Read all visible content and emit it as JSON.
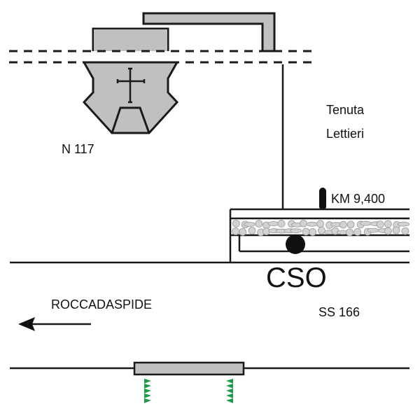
{
  "labels": {
    "church": "N 117",
    "estate_line1": "Tenuta",
    "estate_line2": "Lettieri",
    "km_marker": "KM 9,400",
    "cso": "CSO",
    "direction": "ROCCADASPIDE",
    "road": "SS 166"
  },
  "icons": {
    "church": "cross-icon",
    "direction": "arrow-left-icon",
    "km_post": "km-post-icon",
    "culvert_outlet": "circle-icon",
    "vegetation": "grass-icon"
  },
  "colors": {
    "line": "#1a1a1a",
    "fill_gray": "#c0c0c0",
    "gravel": "#d0d0d0",
    "vegetation": "#1e9a4a",
    "background": "#ffffff"
  }
}
